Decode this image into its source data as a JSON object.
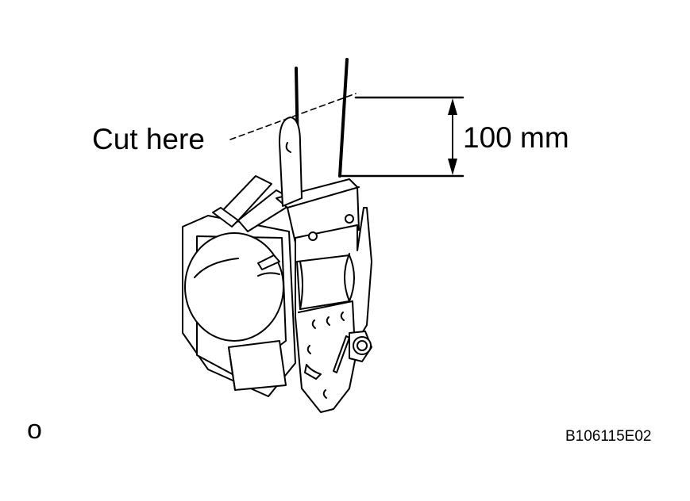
{
  "callouts": {
    "cut_label": "Cut here",
    "dimension_label": "100 mm"
  },
  "figure": {
    "corner_mark": "o",
    "code": "B106115E02"
  },
  "colors": {
    "ink": "#000000",
    "paper": "#ffffff"
  },
  "icons": {
    "retractor": "seat-belt-retractor-icon",
    "bolt": "mounting-bolt-icon"
  }
}
